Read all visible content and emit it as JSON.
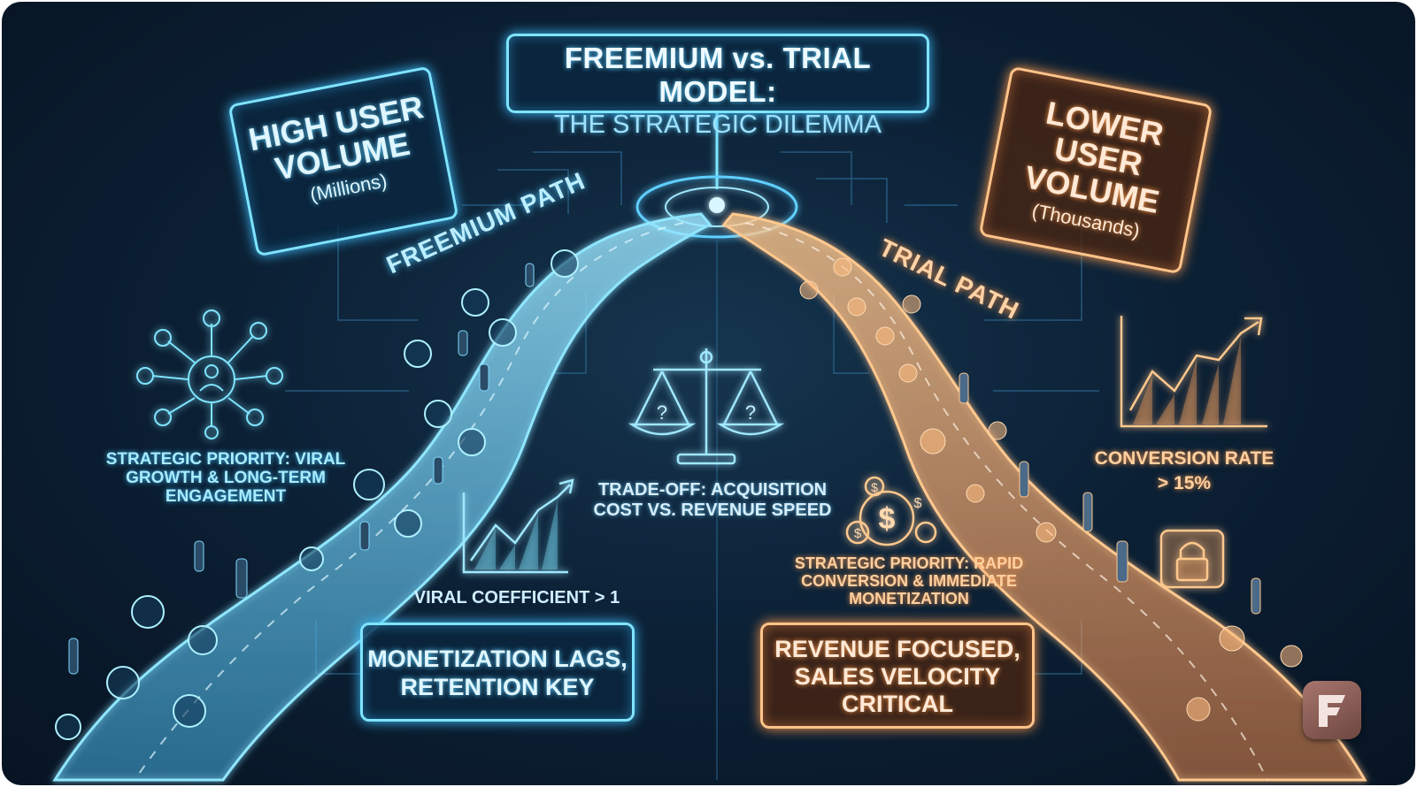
{
  "title": {
    "line1": "FREEMIUM vs. TRIAL MODEL:",
    "line2": "THE STRATEGIC DILEMMA"
  },
  "left": {
    "volume_main": "HIGH USER VOLUME",
    "volume_sub": "(Millions)",
    "path_label": "FREEMIUM PATH",
    "priority": "STRATEGIC PRIORITY: VIRAL GROWTH & LONG-TERM ENGAGEMENT",
    "metric": "VIRAL COEFFICIENT > 1",
    "outcome": "MONETIZATION LAGS, RETENTION KEY"
  },
  "center": {
    "tradeoff": "TRADE-OFF: ACQUISITION COST VS. REVENUE SPEED"
  },
  "right": {
    "volume_main": "LOWER USER VOLUME",
    "volume_sub": "(Thousands)",
    "path_label": "TRIAL PATH",
    "priority": "STRATEGIC PRIORITY: RAPID CONVERSION & IMMEDIATE MONETIZATION",
    "metric": "CONVERSION RATE > 15%",
    "outcome": "REVENUE FOCUSED, SALES VELOCITY CRITICAL"
  },
  "icons": {
    "scale": "balance-scale-icon",
    "network": "user-network-icon",
    "growth_chart": "growth-chart-icon",
    "dollar": "dollar-coins-icon",
    "lock": "lock-icon",
    "logo": "brand-logo-icon"
  },
  "colors": {
    "freemium_accent": "#7fe4ff",
    "trial_accent": "#ffc48a",
    "background": "#0c2136"
  }
}
